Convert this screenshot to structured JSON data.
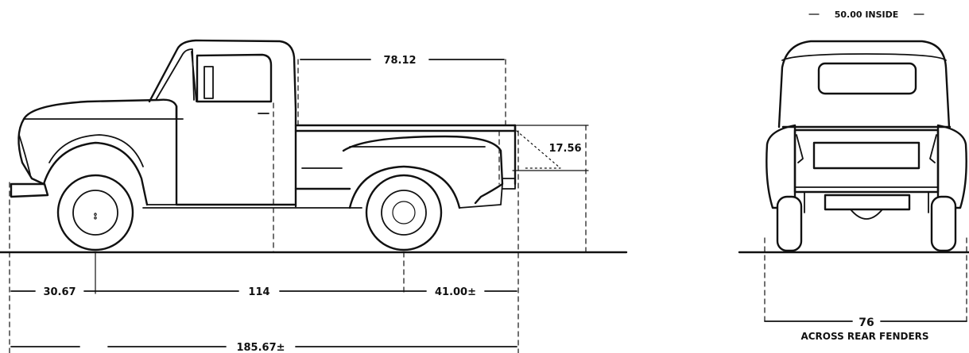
{
  "dimensions": {
    "bed_length": "78.12",
    "bed_height": "17.56",
    "front_overhang": "30.67",
    "wheelbase": "114",
    "rear_overhang": "41.00±",
    "overall_length": "185.67±",
    "inside_width": "50.00 INSIDE",
    "rear_width": "76",
    "rear_width_label": "ACROSS REAR FENDERS"
  },
  "colors": {
    "ink": "#111111",
    "paper": "#ffffff"
  }
}
